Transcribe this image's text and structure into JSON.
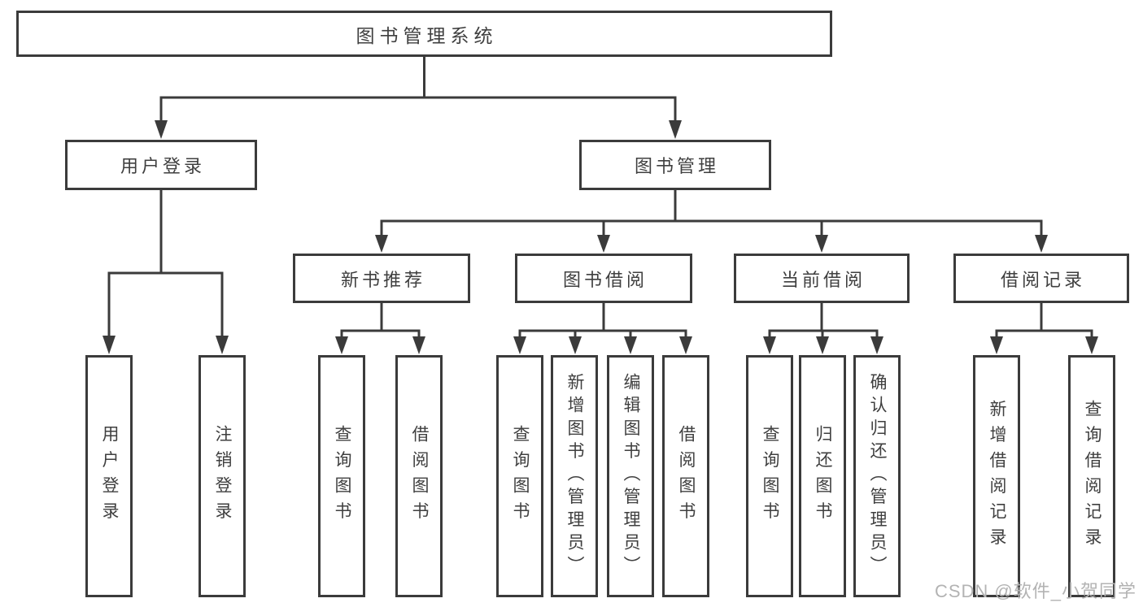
{
  "tree": {
    "label": "图书管理系统",
    "children": [
      {
        "label": "用户登录",
        "children": [
          {
            "label": "用户登录"
          },
          {
            "label": "注销登录"
          }
        ]
      },
      {
        "label": "图书管理",
        "children": [
          {
            "label": "新书推荐",
            "children": [
              {
                "label": "查询图书"
              },
              {
                "label": "借阅图书"
              }
            ]
          },
          {
            "label": "图书借阅",
            "children": [
              {
                "label": "查询图书"
              },
              {
                "label": "新增图书（管理员）"
              },
              {
                "label": "编辑图书（管理员）"
              },
              {
                "label": "借阅图书"
              }
            ]
          },
          {
            "label": "当前借阅",
            "children": [
              {
                "label": "查询图书"
              },
              {
                "label": "归还图书"
              },
              {
                "label": "确认归还（管理员）"
              }
            ]
          },
          {
            "label": "借阅记录",
            "children": [
              {
                "label": "新增借阅记录"
              },
              {
                "label": "查询借阅记录"
              }
            ]
          }
        ]
      }
    ]
  },
  "watermark": {
    "text": "CSDN @软件_小贺同学"
  },
  "colors": {
    "line": "#3b3b3b",
    "text": "#3f3f3f",
    "watermark": "#b3b3b3",
    "background": "#ffffff"
  }
}
